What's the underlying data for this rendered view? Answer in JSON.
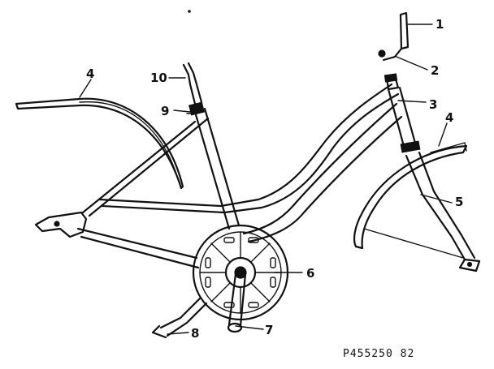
{
  "diagram": {
    "callouts": [
      {
        "id": "c1",
        "label": "1"
      },
      {
        "id": "c2",
        "label": "2"
      },
      {
        "id": "c3",
        "label": "3"
      },
      {
        "id": "c4-right",
        "label": "4"
      },
      {
        "id": "c4-left",
        "label": "4"
      },
      {
        "id": "c5",
        "label": "5"
      },
      {
        "id": "c6",
        "label": "6"
      },
      {
        "id": "c7",
        "label": "7"
      },
      {
        "id": "c8",
        "label": "8"
      },
      {
        "id": "c9",
        "label": "9"
      },
      {
        "id": "c10",
        "label": "10"
      }
    ],
    "part_number": "P455250 82"
  }
}
